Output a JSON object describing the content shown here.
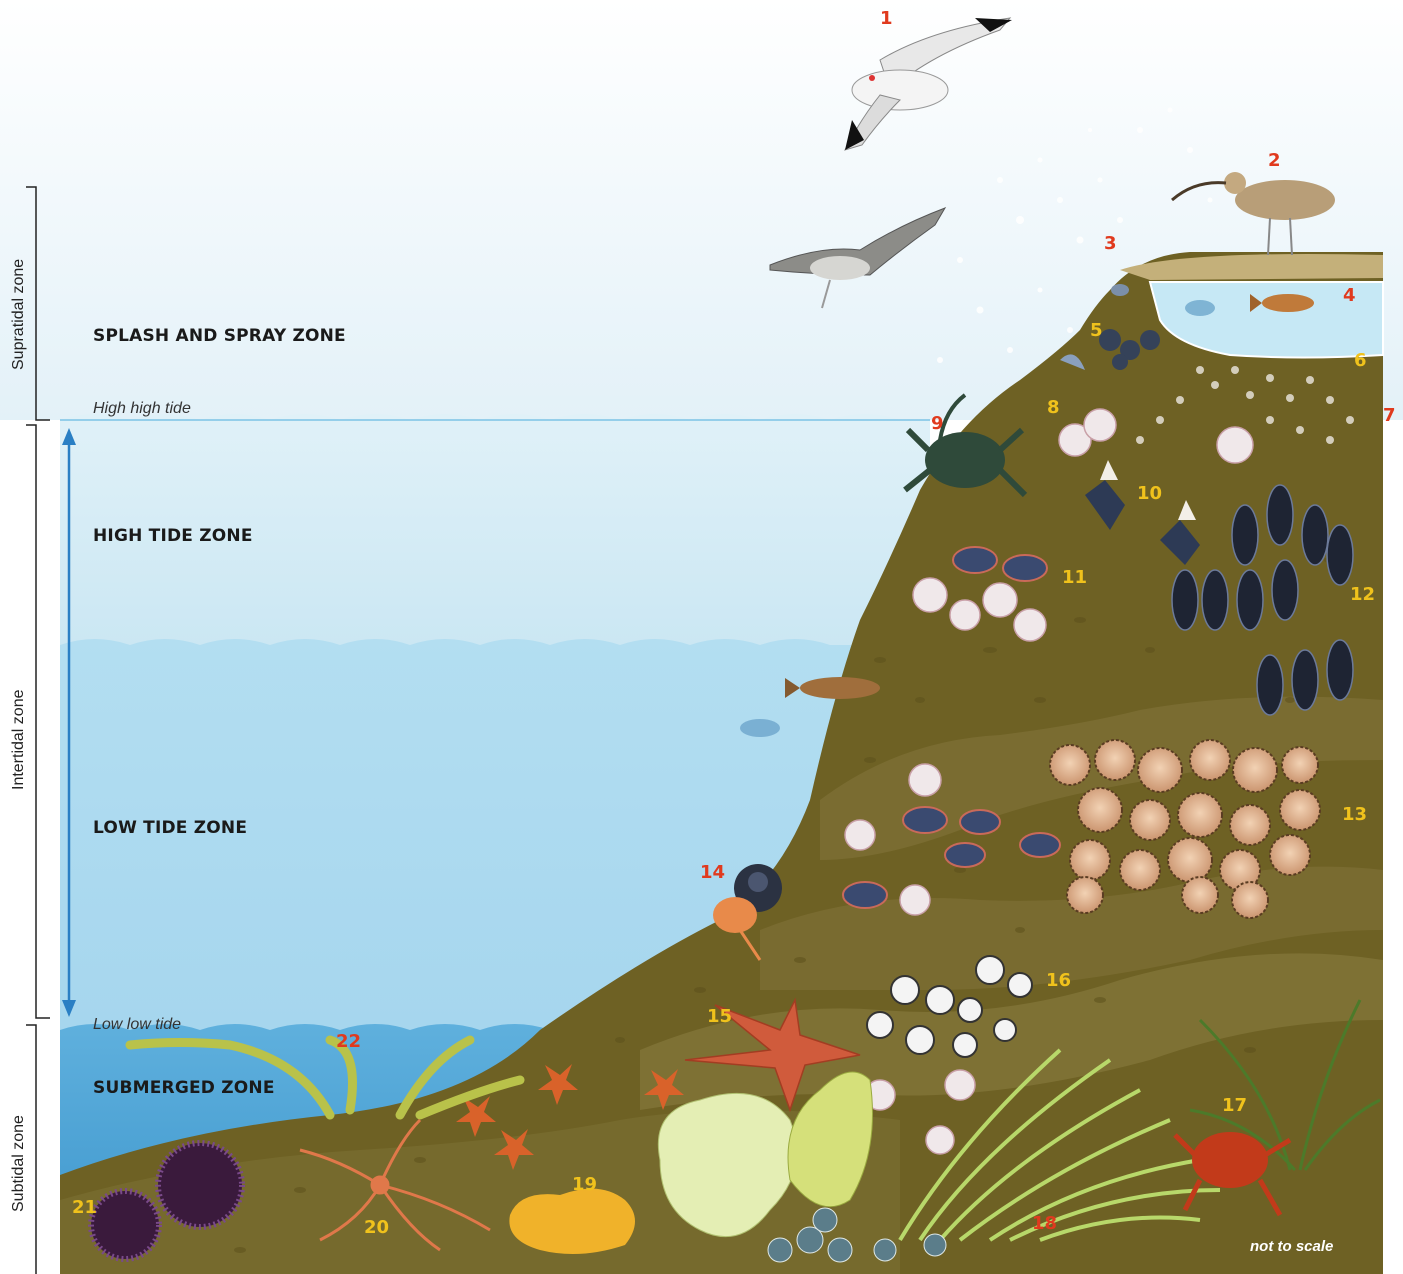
{
  "side_labels": {
    "supratidal": "Supratidal zone",
    "intertidal": "Intertidal zone",
    "subtidal": "Subtidal zone"
  },
  "zones": {
    "splash": "SPLASH AND SPRAY ZONE",
    "high": "HIGH TIDE ZONE",
    "low": "LOW TIDE ZONE",
    "submerged": "SUBMERGED ZONE"
  },
  "tides": {
    "high_high": "High high tide",
    "low_low": "Low low tide"
  },
  "numbers": [
    "1",
    "2",
    "3",
    "4",
    "5",
    "6",
    "7",
    "8",
    "9",
    "10",
    "11",
    "12",
    "13",
    "14",
    "15",
    "16",
    "17",
    "18",
    "19",
    "20",
    "21",
    "22"
  ],
  "note": "not to scale",
  "colors": {
    "sky": "#eaf4fa",
    "high_water": "#cfe9f4",
    "low_water": "#a9d8ef",
    "rock": "#6b5e22",
    "rock_shadow": "#7a6c33",
    "arrow": "#2a7fc4",
    "red_number": "#e03a1e",
    "yellow_number": "#f0c21c"
  }
}
